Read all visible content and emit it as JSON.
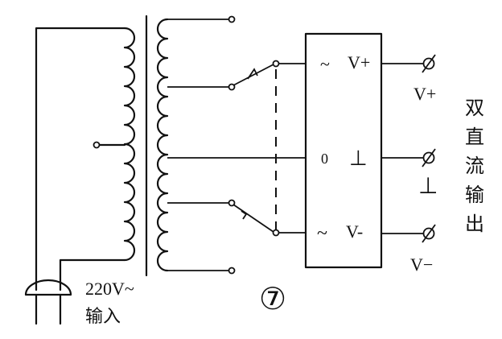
{
  "input": {
    "voltage": "220V~",
    "label": "输入"
  },
  "rectifier": {
    "pos_in": "~",
    "pos_out": "V+",
    "mid_in": "0",
    "mid_out": "⊥",
    "neg_in": "~",
    "neg_out": "V-"
  },
  "outputs": {
    "pos": "V+",
    "gnd": "⊥",
    "neg": "V−"
  },
  "side_label": [
    "双",
    "直",
    "流",
    "输",
    "出"
  ],
  "figure_number": "⑦"
}
